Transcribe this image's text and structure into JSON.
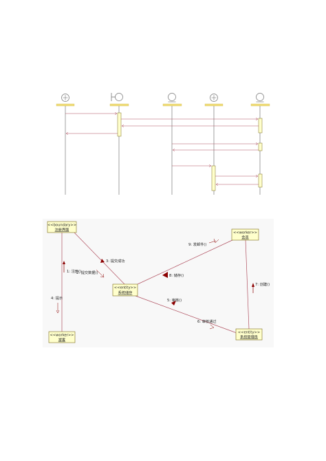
{
  "collaboration": {
    "boxes": [
      {
        "id": "reg-ui",
        "stereotype": "<<boundary>>",
        "name": "注册界面"
      },
      {
        "id": "member",
        "stereotype": "<<worker>>",
        "name": "会员"
      },
      {
        "id": "sys-store",
        "stereotype": "<<entity>>",
        "name": "系统储存"
      },
      {
        "id": "visitor",
        "stereotype": "<<worker>>",
        "name": "游客"
      },
      {
        "id": "sys-admin",
        "stereotype": "<<entity>>",
        "name": "系统管理员"
      }
    ],
    "messages": [
      "1: 注册()",
      "2: 提交数据()",
      "3: 提交成功",
      "4: 提示",
      "5: 审核()",
      "6: 审核通过",
      "7: 创建()",
      "8: 储存()",
      "9: 发邮件()"
    ]
  },
  "colors": {
    "box_fill": "#ffffcc",
    "box_stroke": "#7a6a18",
    "header_bar": "#f0dd7a",
    "lifeline": "#606060",
    "activation_fill": "#ffffcc",
    "message_line": "#b05060",
    "arrowhead": "#8b0000",
    "frame_bg": "#f8f8f8"
  }
}
